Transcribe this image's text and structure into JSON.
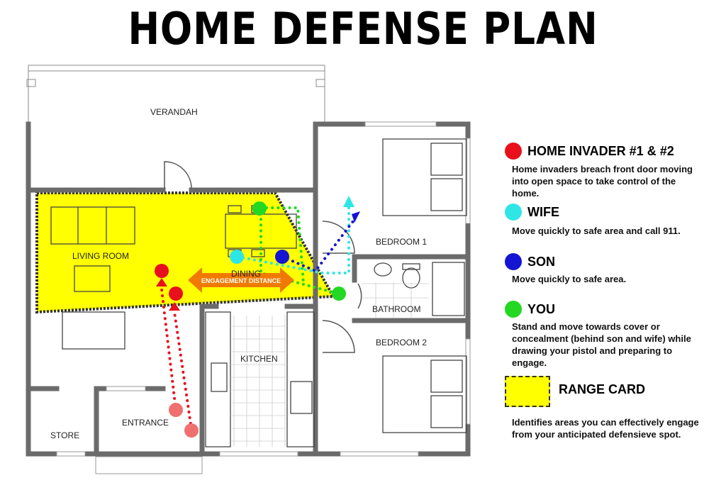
{
  "title": "HOME DEFENSE PLAN",
  "rooms": {
    "verandah": "VERANDAH",
    "living_room": "LIVING ROOM",
    "dining": "DINING",
    "bedroom1": "BEDROOM 1",
    "bathroom": "BATHROOM",
    "bedroom2": "BEDROOM 2",
    "kitchen": "KITCHEN",
    "store": "STORE",
    "entrance": "ENTRANCE"
  },
  "engagement_label": "ENGAGEMENT DISTANCE",
  "legend": [
    {
      "key": "invader",
      "color": "#e8101c",
      "label": "HOME INVADER #1 & #2",
      "desc": "Home invaders breach front door moving into open space to take control of the home."
    },
    {
      "key": "wife",
      "color": "#2fe6e6",
      "label": "WIFE",
      "desc": "Move quickly to safe area and call 911."
    },
    {
      "key": "son",
      "color": "#1414d2",
      "label": "SON",
      "desc": "Move quickly to safe area."
    },
    {
      "key": "you",
      "color": "#22d822",
      "label": "YOU",
      "desc": "Stand and move towards cover or concealment (behind son and wife) while drawing your pistol and preparing to engage."
    },
    {
      "key": "range",
      "color": "#ffff00",
      "label": "RANGE CARD",
      "desc": "Identifies areas you can effectively engage from your anticipated defensieve spot."
    }
  ]
}
